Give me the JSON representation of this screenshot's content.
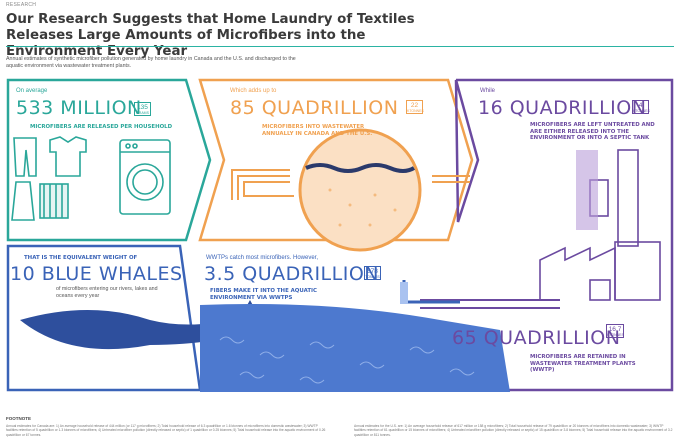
{
  "header": {
    "kicker": "RESEARCH",
    "title": "Our Research Suggests that Home Laundry of Textiles Releases Large Amounts of Microfibers into the Environment Every Year",
    "subtitle": "Annual estimates of synthetic microfiber pollution generated by home laundry in Canada and the U.S. and discharged to the aquatic environment via wastewater treatment plants."
  },
  "panels": {
    "household": {
      "pre": "On average",
      "value": "533 MILLION",
      "badge_num": "135",
      "badge_unit": "GRAMS",
      "caption": "MICROFIBERS ARE RELEASED PER HOUSEHOLD"
    },
    "wastewater": {
      "pre": "Which adds up to",
      "value": "85 QUADRILLION",
      "badge_num": "22",
      "badge_unit": "KTONNES",
      "caption": "MICROFIBERS INTO WASTEWATER ANNUALLY IN CANADA AND THE U.S."
    },
    "untreated": {
      "pre": "While",
      "value": "16 QUADRILLION",
      "badge_num": "4",
      "badge_unit": "KTONNES",
      "caption": "MICROFIBERS ARE LEFT UNTREATED AND ARE EITHER RELEASED INTO THE ENVIRONMENT OR INTO A SEPTIC TANK"
    },
    "whales": {
      "caption": "THAT IS THE EQUIVALENT WEIGHT OF",
      "value": "10 BLUE WHALES",
      "body": "of microfibers entering our rivers, lakes and oceans every year"
    },
    "aquatic": {
      "pre": "WWTPs catch most microfibers. However,",
      "value": "3.5 QUADRILLION",
      "badge_num": "878",
      "badge_unit": "TONNES",
      "caption": "FIBERS MAKE IT INTO THE AQUATIC ENVIRONMENT VIA WWTPs"
    },
    "retained": {
      "value": "65 QUADRILLION",
      "badge_num": "16.7",
      "badge_unit": "KTONNES",
      "caption": "MICROFIBERS ARE RETAINED IN WASTEWATER TREATMENT PLANTS (WWTP)"
    }
  },
  "footnote": {
    "title": "FOOTNOTE",
    "left": "Annual estimates for Canada are: 1) An average household release of 444 million (or 117 g microfibers; 2) Total household release of 6.3 quadrillion or 1.6 ktonnes of microfibers into domestic wastewater; 3) WWTP facilities retention of 5 quadrillion or 1.3 ktonnes of microfibers; 4) Untreated microfiber pollution (directly released or septic) of 1 quadrillion or 0.25 ktonnes; 5) Total household release into the aquatic environment of 0.26 quadrillion or 67 tonnes.",
    "right": "Annual estimates for the U.S. are: 1) An average household release of 617 million or 158 g microfibers; 2) Total household release of 79 quadrillion or 20 ktonnes of microfibers into domestic wastewater; 3) WWTP facilities retention of 61 quadrillion or 15 ktonnes of microfibers; 4) Untreated microfiber pollution (directly released or septic) of 15 quadrillion or 3.8 ktonnes; 5) Total household release into the aquatic environment of 3.2 quadrillion or 811 tonnes."
  },
  "colors": {
    "teal": "#2aa79a",
    "orange": "#f0a150",
    "purple": "#6b4aa0",
    "blue": "#3a63b7",
    "navy": "#1f3f8f",
    "light_blue": "#4d79cf"
  }
}
